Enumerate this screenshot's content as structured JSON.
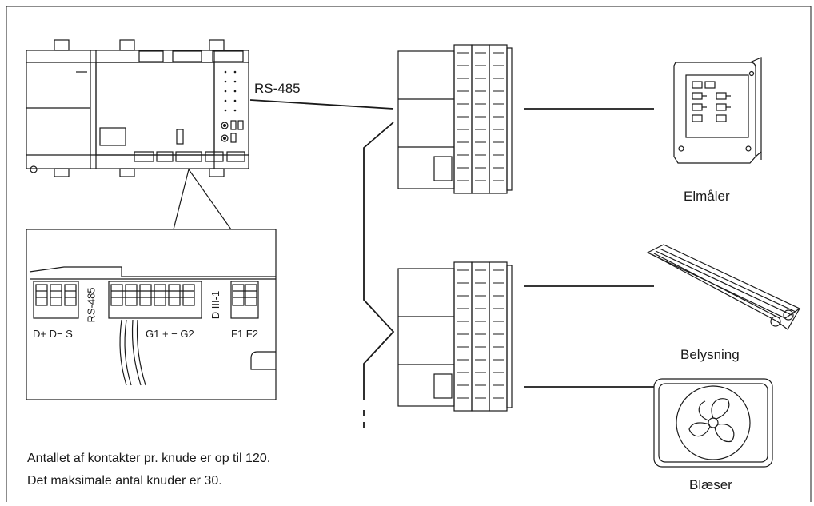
{
  "labels": {
    "bus": "RS-485",
    "meter": "Elmåler",
    "lighting": "Belysning",
    "fan": "Blæser"
  },
  "detail": {
    "rs485": "RS-485",
    "terminals_left": "D+ D− S",
    "terminals_mid": "G1  +  −  G2",
    "terminals_right": "F1 F2",
    "module": "D III-1"
  },
  "notes": [
    "Antallet af kontakter pr. knude er op til 120.",
    "Det maksimale antal knuder er 30."
  ],
  "colors": {
    "line": "#1a1a1a",
    "fill": "#ffffff",
    "panel": "#f0f0f0"
  }
}
